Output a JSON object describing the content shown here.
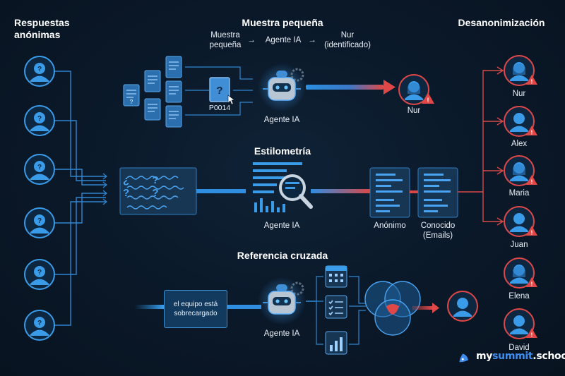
{
  "columns": {
    "left_title": "Respuestas\nanónimas",
    "right_title": "Desanonimización"
  },
  "sections": {
    "small_sample": {
      "title": "Muestra pequeña",
      "flow": [
        "Muestra\npequeña",
        "Agente IA",
        "Nur\n(identificado)"
      ],
      "arrow_glyph": "→",
      "doc_label": "P0014",
      "agent_label": "Agente IA",
      "result_label": "Nur"
    },
    "stylometry": {
      "title": "Estilometría",
      "text_glyphs": "¿ ? ? ?",
      "agent_label": "Agente IA",
      "anon_label": "Anónimo",
      "known_label": "Conocido\n(Emails)"
    },
    "cross_reference": {
      "title": "Referencia cruzada",
      "note": "el equipo está\nsobrecargado",
      "agent_label": "Agente IA"
    }
  },
  "identified_people": [
    "Nur",
    "Alex",
    "Maria",
    "Juan",
    "Elena",
    "David"
  ],
  "anonymous_glyph": "?",
  "warning_glyph": "!",
  "brand": {
    "parts": [
      "my",
      "summit",
      ".school"
    ]
  },
  "colors": {
    "background": "#0a1828",
    "accent_blue": "#3a9be8",
    "alert_red": "#e04848",
    "panel": "#173654"
  }
}
